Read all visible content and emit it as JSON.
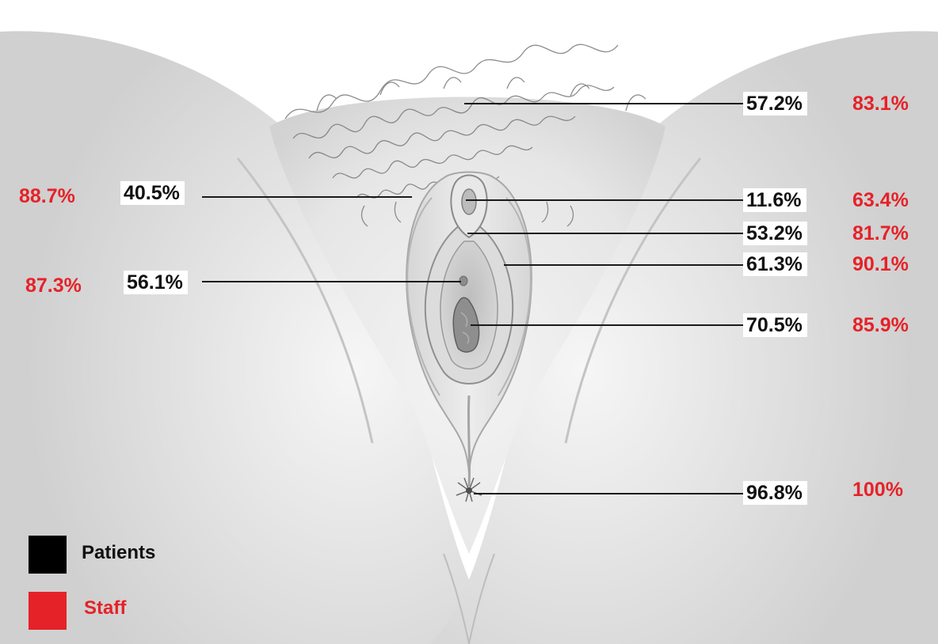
{
  "colors": {
    "patients": "#111111",
    "staff": "#e52228",
    "leader_line": "#1a1a1a"
  },
  "labels": [
    {
      "patients": "57.2%",
      "staff": "83.1%"
    },
    {
      "patients": "40.5%",
      "staff": "88.7%"
    },
    {
      "patients": "11.6%",
      "staff": "63.4%"
    },
    {
      "patients": "53.2%",
      "staff": "81.7%"
    },
    {
      "patients": "61.3%",
      "staff": "90.1%"
    },
    {
      "patients": "56.1%",
      "staff": "87.3%"
    },
    {
      "patients": "70.5%",
      "staff": "85.9%"
    },
    {
      "patients": "96.8%",
      "staff": "100%"
    }
  ],
  "legend": {
    "patients_label": "Patients",
    "staff_label": "Staff"
  }
}
